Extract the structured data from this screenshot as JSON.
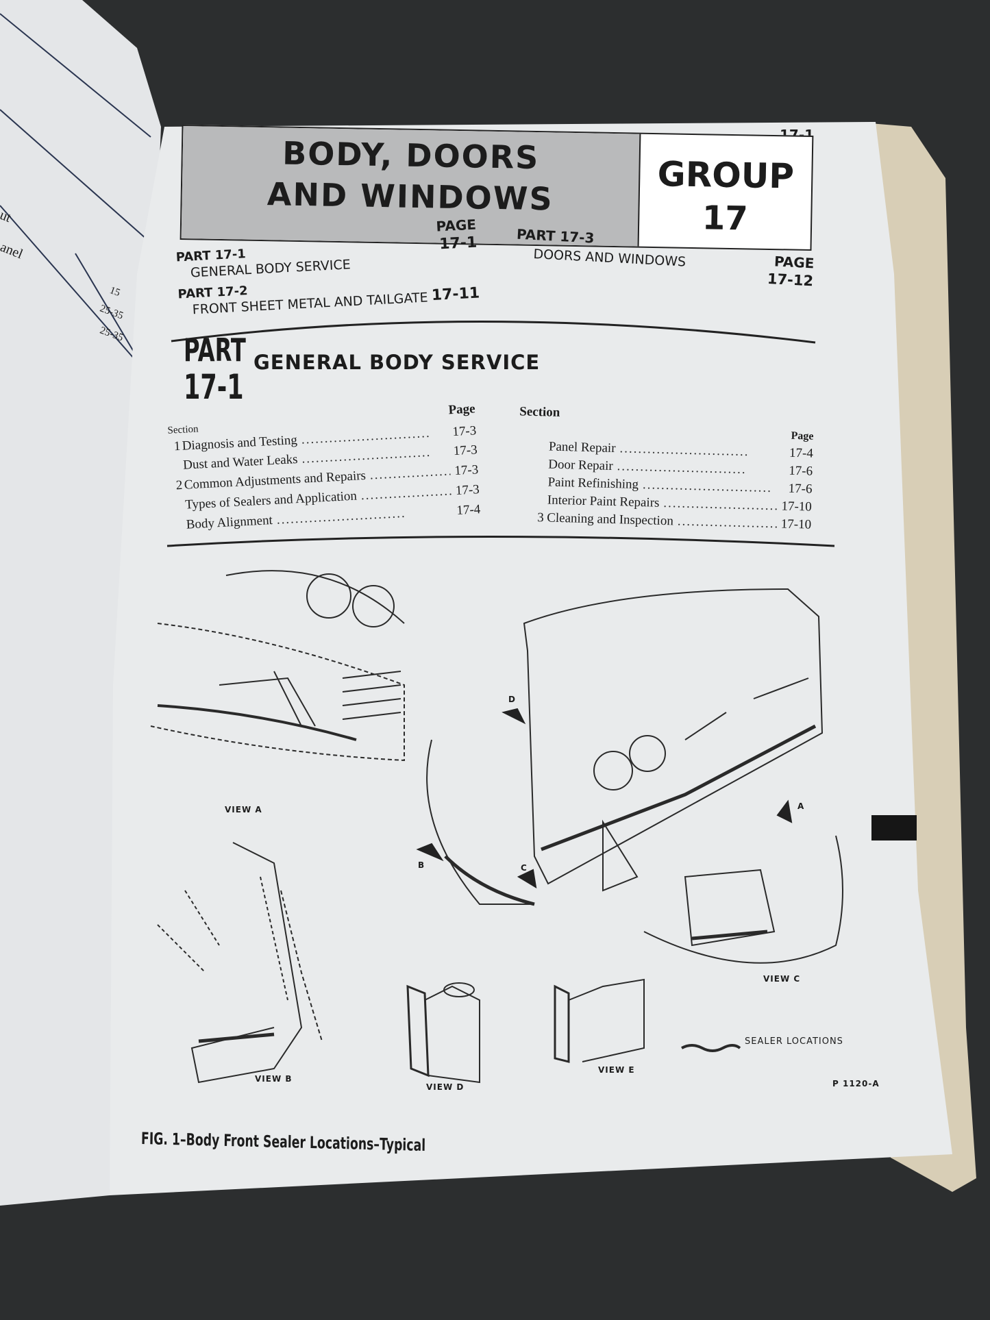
{
  "left_page": {
    "fragments": [
      "ut",
      "anel",
      "15",
      "25-35",
      "25-35"
    ]
  },
  "header": {
    "page_number": "17-1",
    "title_line1": "BODY, DOORS",
    "title_line2": "AND WINDOWS",
    "group_label": "GROUP",
    "group_number": "17"
  },
  "contents": {
    "page_heading": "PAGE",
    "parts": [
      {
        "part": "PART 17-1",
        "title": "GENERAL BODY SERVICE",
        "page": "17-1"
      },
      {
        "part": "PART 17-2",
        "title": "FRONT SHEET METAL AND TAILGATE",
        "page": "17-11"
      },
      {
        "part": "PART 17-3",
        "title": "DOORS AND WINDOWS",
        "page": "17-12"
      }
    ]
  },
  "part_section": {
    "part_word": "PART",
    "part_number": "17-1",
    "title": "GENERAL BODY SERVICE",
    "section_label": "Section",
    "page_label": "Page",
    "left_items": [
      {
        "num": "1",
        "title": "Diagnosis and Testing",
        "page": "17-3"
      },
      {
        "num": "",
        "title": "Dust and Water Leaks",
        "page": "17-3"
      },
      {
        "num": "2",
        "title": "Common Adjustments and Repairs",
        "page": "17-3"
      },
      {
        "num": "",
        "title": "Types of Sealers and Application",
        "page": "17-3"
      },
      {
        "num": "",
        "title": "Body Alignment",
        "page": "17-4"
      }
    ],
    "right_items": [
      {
        "num": "",
        "title": "Panel Repair",
        "page": "17-4"
      },
      {
        "num": "",
        "title": "Door Repair",
        "page": "17-6"
      },
      {
        "num": "",
        "title": "Paint Refinishing",
        "page": "17-6"
      },
      {
        "num": "",
        "title": "Interior Paint Repairs",
        "page": "17-10"
      },
      {
        "num": "3",
        "title": "Cleaning and Inspection",
        "page": "17-10"
      }
    ]
  },
  "figure": {
    "view_a": "VIEW A",
    "view_b": "VIEW B",
    "view_c": "VIEW C",
    "view_d": "VIEW D",
    "view_e": "VIEW E",
    "arrow_a": "A",
    "arrow_b": "B",
    "arrow_c": "C",
    "arrow_d": "D",
    "legend": "SEALER LOCATIONS",
    "code": "P 1120-A",
    "caption": "FIG. 1–Body Front Sealer Locations–Typical"
  }
}
